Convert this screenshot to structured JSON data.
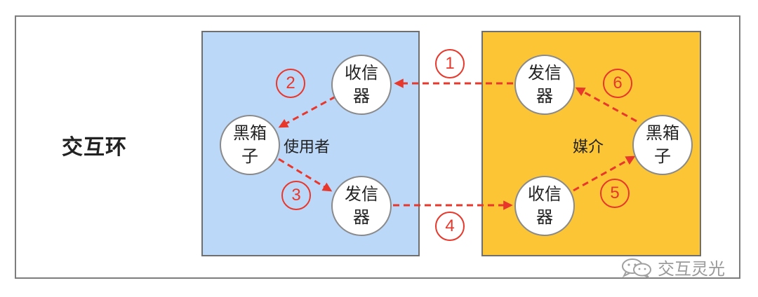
{
  "title": "交互环",
  "user_panel": {
    "label": "使用者",
    "color": "#bcd8f9"
  },
  "media_panel": {
    "label": "媒介",
    "color": "#fbc536"
  },
  "nodes": {
    "user_receiver": "收信器",
    "user_blackbox": "黑箱子",
    "user_sender": "发信器",
    "media_sender": "发信器",
    "media_blackbox": "黑箱子",
    "media_receiver": "收信器"
  },
  "steps": [
    "1",
    "2",
    "3",
    "4",
    "5",
    "6"
  ],
  "arrow_color": "#e8372b",
  "watermark": {
    "icon": "wechat-icon",
    "text": "交互灵光"
  }
}
